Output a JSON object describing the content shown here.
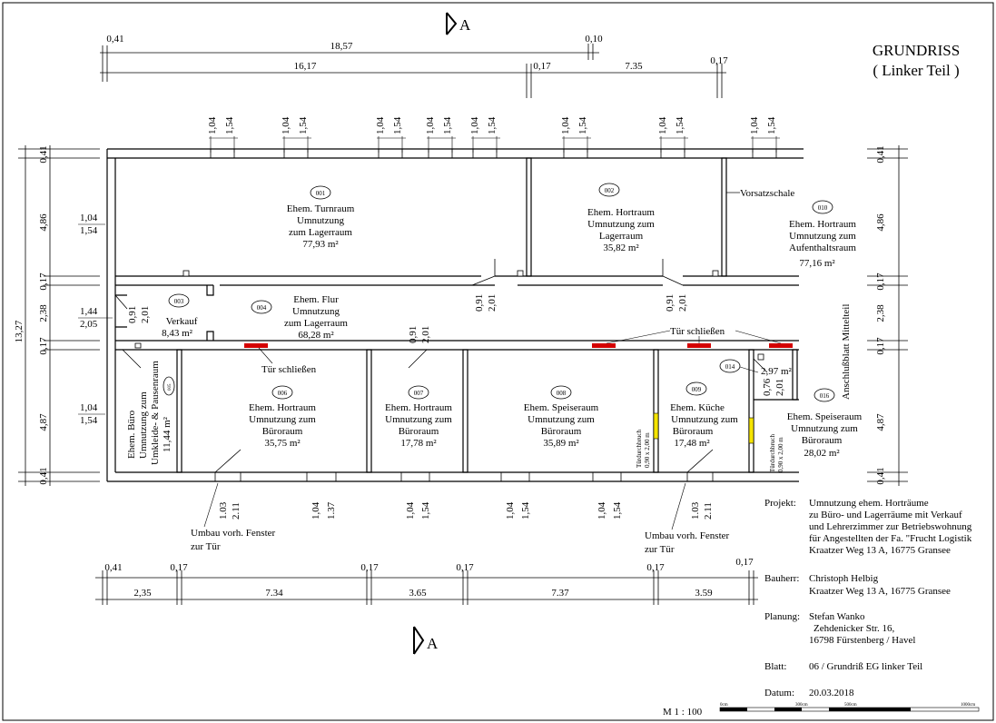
{
  "title": {
    "line1": "GRUNDRISS",
    "line2": "( Linker Teil )"
  },
  "section_marker": "A",
  "top_dims": {
    "row1": [
      "0,41",
      "18,57",
      "0,10"
    ],
    "row2": [
      "16,17",
      "0,17",
      "7.35",
      "0,17"
    ]
  },
  "window_dims": {
    "a": "1,04",
    "b": "1,54"
  },
  "left_dims": {
    "total": "13,27",
    "items": [
      "0,41",
      "4,86",
      "0,17",
      "2,38",
      "0,17",
      "4,87",
      "0,41"
    ],
    "win1": [
      "1,04",
      "1,54"
    ],
    "door1": [
      "1,44",
      "2,05"
    ],
    "win2": [
      "1,04",
      "1,54"
    ]
  },
  "right_dims": [
    "0,41",
    "4,86",
    "0,17",
    "2,38",
    "0,17",
    "4,87",
    "0,41"
  ],
  "door_dims": {
    "d1": [
      "0,91",
      "2,01"
    ],
    "d2": [
      "0,91",
      "2,01"
    ],
    "d3": [
      "0,91",
      "2,01"
    ],
    "d4": [
      "0,91",
      "2,01"
    ],
    "d5": [
      "0,76",
      "2,01"
    ]
  },
  "rooms": [
    {
      "num": "001",
      "lines": [
        "Ehem. Turnraum",
        "Umnutzung",
        "zum Lagerraum",
        "77,93 m²"
      ]
    },
    {
      "num": "002",
      "lines": [
        "Ehem. Hortraum",
        "Umnutzung zum",
        "Lagerraum",
        "35,82 m²"
      ]
    },
    {
      "num": "010",
      "lines": [
        "Ehem. Hortraum",
        "Umnutzung zum",
        "Aufenthaltsraum",
        "77,16 m²"
      ]
    },
    {
      "num": "003",
      "lines": [
        "Verkauf",
        "8,43 m²"
      ]
    },
    {
      "num": "004",
      "lines": [
        "Ehem. Flur",
        "Umnutzung",
        "zum Lagerraum",
        "68,28 m²"
      ]
    },
    {
      "num": "005",
      "lines": [
        "Ehem. Büro",
        "Umnutzung zum",
        "Umkleide- & Pausenraum",
        "11,44 m²"
      ]
    },
    {
      "num": "006",
      "lines": [
        "Ehem. Hortraum",
        "Umnutzung zum",
        "Büroraum",
        "35,75 m²"
      ]
    },
    {
      "num": "007",
      "lines": [
        "Ehem. Hortraum",
        "Umnutzung zum",
        "Büroraum",
        "17,78 m²"
      ]
    },
    {
      "num": "008",
      "lines": [
        "Ehem. Speiseraum",
        "Umnutzung zum",
        "Büroraum",
        "35,89 m²"
      ]
    },
    {
      "num": "009",
      "lines": [
        "Ehem. Küche",
        "Umnutzung zum",
        "Büroraum",
        "17,48 m²"
      ]
    },
    {
      "num": "014",
      "lines": [
        "2,97 m²"
      ]
    },
    {
      "num": "016",
      "lines": [
        "Ehem. Speiseraum",
        "Umnutzung zum",
        "Büroraum",
        "28,02 m²"
      ]
    }
  ],
  "notes": {
    "vorsatzschale": "Vorsatzschale",
    "anschluss": "Anschlußblatt Mittelteil",
    "tuer1": "Tür schließen",
    "tuer2": "Tür schließen",
    "umbau1": [
      "Umbau vorh. Fenster",
      "zur Tür"
    ],
    "umbau2": [
      "Umbau vorh. Fenster",
      "zur Tür"
    ],
    "durchbruch": [
      "Türdurchbruch",
      "0,90 x 2,00 m"
    ]
  },
  "bottom_window_dims": {
    "w1": [
      "1.03",
      "2.11"
    ],
    "w2": [
      "1,04",
      "1.37"
    ],
    "w3": [
      "1,04",
      "1,54"
    ],
    "w4": [
      "1,04",
      "1,54"
    ],
    "w5": [
      "1,04",
      "1,54"
    ],
    "w6": [
      "1.03",
      "2.11"
    ]
  },
  "bottom_dims": {
    "row1": [
      "0,41",
      "0,17",
      "0,17",
      "0,17",
      "0,17",
      "0,17"
    ],
    "row2": [
      "2,35",
      "7.34",
      "3.65",
      "7.37",
      "3.59"
    ]
  },
  "info": {
    "projekt_label": "Projekt:",
    "projekt": [
      "Umnutzung ehem. Horträume",
      "zu Büro- und Lagerräume mit Verkauf",
      "und Lehrerzimmer zur Betriebswohnung",
      "für Angestellten der Fa. \"Frucht Logistik",
      "Kraatzer Weg 13 A, 16775 Gransee"
    ],
    "bauherr_label": "Bauherr:",
    "bauherr": [
      "Christoph Helbig",
      "Kraatzer Weg 13 A, 16775 Gransee"
    ],
    "planung_label": "Planung:",
    "planung": [
      "Stefan Wanko",
      "Zehdenicker Str. 16,",
      "16798 Fürstenberg / Havel"
    ],
    "blatt_label": "Blatt:",
    "blatt": "06 / Grundriß EG linker Teil",
    "datum_label": "Datum:",
    "datum": "20.03.2018"
  },
  "scale": {
    "label": "M 1 : 100",
    "ticks": [
      "0cm",
      "300cm",
      "500cm",
      "1000cm"
    ]
  },
  "colors": {
    "red": "#d40000",
    "yellow": "#f5e400"
  }
}
